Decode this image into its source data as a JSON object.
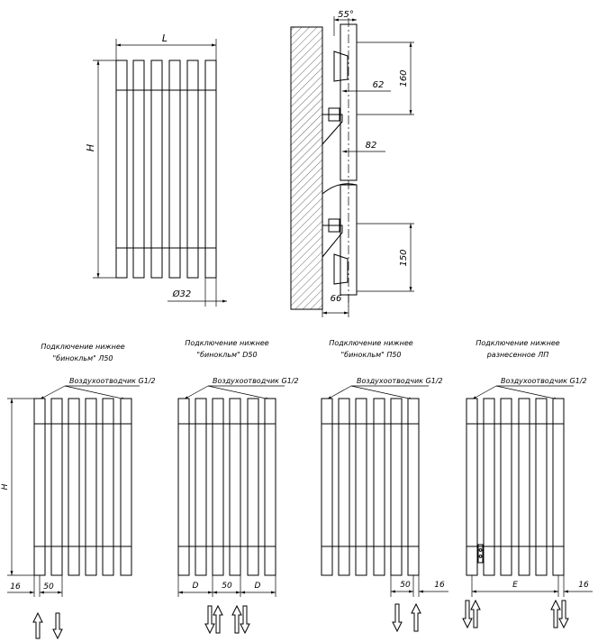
{
  "front_view": {
    "dim_width": "L",
    "dim_height": "H",
    "dim_tube": "Ø32"
  },
  "side_view": {
    "dim_angle": "55°",
    "dim_top_bracket": "62",
    "dim_mid_bracket": "82",
    "dim_top_pipe": "160",
    "dim_bottom_pipe": "150",
    "dim_wall_offset": "66"
  },
  "variants": [
    {
      "title_line1": "Подключение нижнее",
      "title_line2": "\"бинокльм\" Л50",
      "air_vent": "Воздухоотводчик G1/2",
      "dims": [
        "H",
        "16",
        "50"
      ]
    },
    {
      "title_line1": "Подключение нижнее",
      "title_line2": "\"бинокльм\" D50",
      "air_vent": "Воздухоотводчик G1/2",
      "dims": [
        "D",
        "50",
        "D"
      ]
    },
    {
      "title_line1": "Подключение нижнее",
      "title_line2": "\"бинокльм\" П50",
      "air_vent": "Воздухоотводчик G1/2",
      "dims": [
        "50",
        "16"
      ]
    },
    {
      "title_line1": "Подключение нижнее",
      "title_line2": "разнесенное ЛП",
      "air_vent": "Воздухоотводчик G1/2",
      "dims": [
        "E",
        "16"
      ]
    }
  ],
  "icons": [
    "flow-arrow-up-icon",
    "flow-arrow-down-icon",
    "wall-hatch"
  ]
}
